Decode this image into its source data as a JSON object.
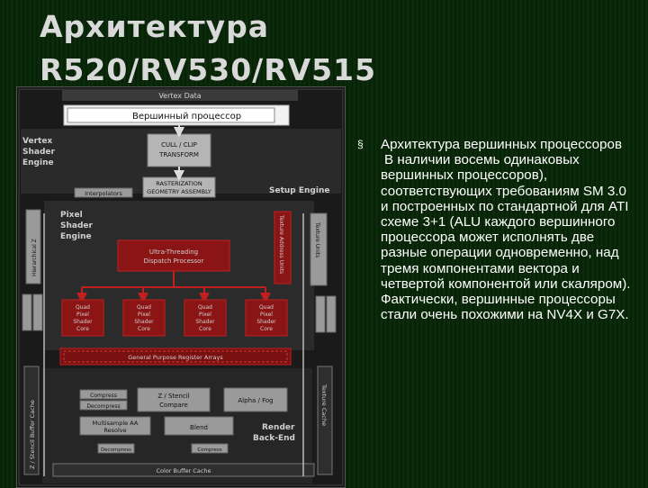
{
  "slide": {
    "title_line1": "Архитектура",
    "title_line2": "R520/RV530/RV515"
  },
  "bullet": {
    "marker": "§",
    "heading": "Архитектура вершинных процессоров",
    "body": "В наличии восемь одинаковых вершинных процессоров), соответствующих требованиям SM 3.0 и построенных по стандартной для ATI схеме 3+1 (ALU каждого вершинного процессора может исполнять две разные операции одновременно, над тремя компонентами вектора и четвертой компонентой или скаляром). Фактически, вершинные процессоры стали очень похожими на NV4X и G7X."
  },
  "diagram": {
    "vertex_data": "Vertex Data",
    "vertex_processor": "Вершинный процессор",
    "vertex_shader_engine": [
      "Vertex",
      "Shader",
      "Engine"
    ],
    "cull_clip": "CULL / CLIP",
    "transform": "TRANSFORM",
    "interpolators": "Interpolators",
    "rasterization": "RASTERIZATION",
    "geometry_assembly": "GEOMETRY ASSEMBLY",
    "setup_engine": "Setup Engine",
    "pixel_shader_engine": [
      "Pixel",
      "Shader",
      "Engine"
    ],
    "hierarchical_z": "Hierarchical Z",
    "texture_address": "Texture Address Units",
    "texture_units": "Texture Units",
    "ultra_threading": "Ultra-Threading",
    "dispatch_processor": "Dispatch Processor",
    "quad_core": [
      "Quad",
      "Pixel",
      "Shader",
      "Core"
    ],
    "register_arrays": "General Purpose Register Arrays",
    "stencil_cache": "Z / Stencil Buffer Cache",
    "texture_cache": "Texture Cache",
    "compress": "Compress",
    "decompress": "Decompress",
    "z_stencil": "Z / Stencil",
    "compare": "Compare",
    "alpha_fog": "Alpha / Fog",
    "multisample": "Multisample AA",
    "resolve": "Resolve",
    "blend": "Blend",
    "render_backend": [
      "Render",
      "Back-End"
    ],
    "color_buffer_cache": "Color Buffer Cache"
  },
  "colors": {
    "background": "#0a2a0a",
    "title": "#d9d9d9",
    "text": "#ffffff",
    "diagram_red": "#8b1414",
    "diagram_gray": "#9a9a9a"
  }
}
